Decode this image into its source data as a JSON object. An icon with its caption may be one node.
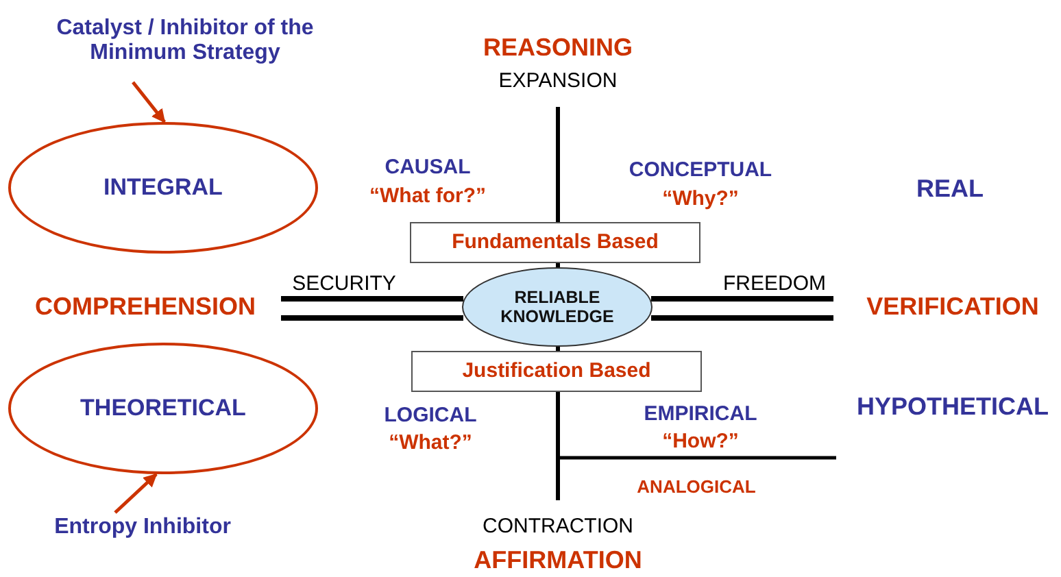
{
  "diagram": {
    "nodes": [
      {
        "text": [
          "Catalyst / Inhibitor of the Minimum Strategy"
        ]
      },
      {
        "text": [
          "INTEGRAL"
        ]
      },
      {
        "text": [
          "THEORETICAL"
        ]
      },
      {
        "text": [
          "Entropy Inhibitor"
        ]
      },
      {
        "text": [
          "Fundamentals Based"
        ]
      },
      {
        "text": [
          "RELIABLE KNOWLEDGE"
        ]
      },
      {
        "text": [
          "Justification Based"
        ]
      }
    ],
    "edges": [
      {
        "from": 0,
        "to": 1,
        "arrow": "to"
      },
      {
        "from": 3,
        "to": 2,
        "arrow": "to"
      }
    ],
    "labels": [
      "REASONING",
      "EXPANSION",
      "CAUSAL",
      "“What for?”",
      "CONCEPTUAL",
      "“Why?”",
      "REAL",
      "SECURITY",
      "FREEDOM",
      "COMPREHENSION",
      "VERIFICATION",
      "LOGICAL",
      "“What?”",
      "EMPIRICAL",
      "“How?”",
      "HYPOTHETICAL",
      "ANALOGICAL",
      "CONTRACTION",
      "AFFIRMATION"
    ]
  }
}
